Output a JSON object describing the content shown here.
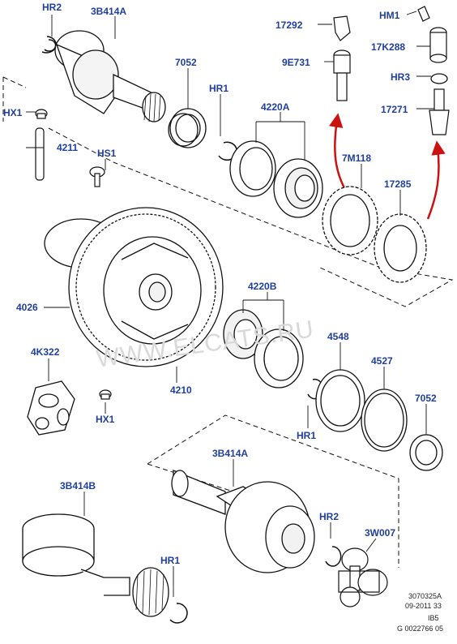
{
  "labels": {
    "hr2_top": "HR2",
    "b3414a_top": "3B414A",
    "p7052_top": "7052",
    "hr1_top": "HR1",
    "p4220a": "4220A",
    "hx1_top": "HX1",
    "p4211": "4211",
    "hs1": "HS1",
    "p17292": "17292",
    "p9e731": "9E731",
    "p7m118": "7M118",
    "hm1": "HM1",
    "p17k288": "17K288",
    "hr3": "HR3",
    "p17271": "17271",
    "p17285": "17285",
    "p4026": "4026",
    "p4220b": "4220B",
    "p4548": "4548",
    "p4527": "4527",
    "p7052_bottom": "7052",
    "p4k322": "4K322",
    "hx1_bottom": "HX1",
    "p4210": "4210",
    "hr1_mid": "HR1",
    "b3414a_bottom": "3B414A",
    "b3414b": "3B414B",
    "hr2_bottom": "HR2",
    "p3w007": "3W007",
    "hr1_bottom": "HR1"
  },
  "footer": {
    "line1": "3070325A",
    "line2": "09-2011 33",
    "line3": "IB5",
    "line4": "G 0022766 05"
  },
  "watermark": "WWW.ELCATS.RU",
  "colors": {
    "label": "#1f3f9f",
    "arrow": "#cc1111",
    "stroke": "#111111"
  }
}
